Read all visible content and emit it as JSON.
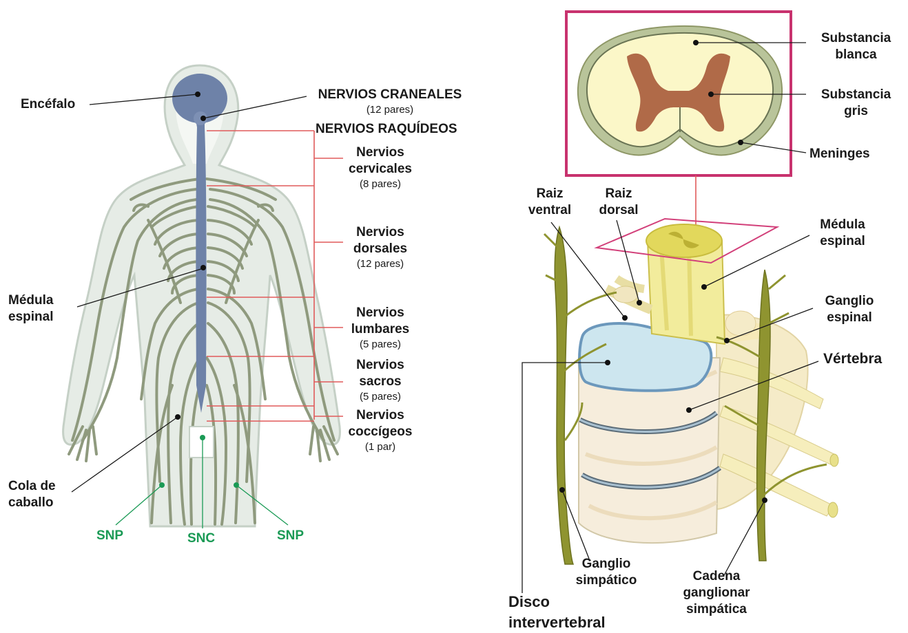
{
  "left_figure": {
    "encefalo": "Encéfalo",
    "nervios_craneales": {
      "title": "NERVIOS CRANEALES",
      "count": "(12 pares)"
    },
    "nervios_raquideos": "NERVIOS RAQUÍDEOS",
    "cervicales": {
      "line1": "Nervios",
      "line2": "cervicales",
      "count": "(8 pares)"
    },
    "dorsales": {
      "line1": "Nervios",
      "line2": "dorsales",
      "count": "(12 pares)"
    },
    "lumbares": {
      "line1": "Nervios",
      "line2": "lumbares",
      "count": "(5 pares)"
    },
    "sacros": {
      "line1": "Nervios",
      "line2": "sacros",
      "count": "(5 pares)"
    },
    "coccigeos": {
      "line1": "Nervios",
      "line2": "coccígeos",
      "count": "(1 par)"
    },
    "medula": {
      "line1": "Médula",
      "line2": "espinal"
    },
    "cola": {
      "line1": "Cola de",
      "line2": "caballo"
    },
    "snp_left": "SNP",
    "snc": "SNC",
    "snp_right": "SNP"
  },
  "right_figure": {
    "substancia_blanca": {
      "line1": "Substancia",
      "line2": "blanca"
    },
    "substancia_gris": {
      "line1": "Substancia",
      "line2": "gris"
    },
    "meninges": "Meninges",
    "raiz_ventral": {
      "line1": "Raiz",
      "line2": "ventral"
    },
    "raiz_dorsal": {
      "line1": "Raiz",
      "line2": "dorsal"
    },
    "medula": {
      "line1": "Médula",
      "line2": "espinal"
    },
    "ganglio_espinal": {
      "line1": "Ganglio",
      "line2": "espinal"
    },
    "vertebra": "Vértebra",
    "ganglio_simpatico": {
      "line1": "Ganglio",
      "line2": "simpático"
    },
    "cadena": {
      "line1": "Cadena",
      "line2": "ganglionar",
      "line3": "simpática"
    },
    "disco": {
      "line1": "Disco",
      "line2": "intervertebral"
    }
  },
  "colors": {
    "cns_blue": "#6e82a8",
    "nerve_green": "#8f9a7e",
    "red_bracket": "#e05a5a",
    "frame_pink": "#c8326e",
    "snp_green": "#1a9a55"
  }
}
